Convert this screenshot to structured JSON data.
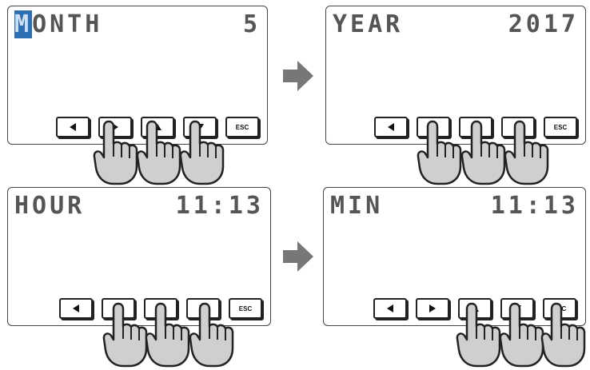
{
  "panels": [
    {
      "id": "month",
      "label_first_char": "M",
      "label_rest": "ONTH",
      "value": "5",
      "pressed_keys": [
        "right",
        "up",
        "down"
      ]
    },
    {
      "id": "year",
      "label_first_char": "",
      "label_rest": "YEAR",
      "value": "2017",
      "pressed_keys": [
        "right",
        "up",
        "down"
      ]
    },
    {
      "id": "hour",
      "label_first_char": "",
      "label_rest": "HOUR",
      "value": "11:13",
      "pressed_keys": [
        "right",
        "up",
        "down"
      ]
    },
    {
      "id": "min",
      "label_first_char": "",
      "label_rest": "MIN",
      "value": "11:13",
      "pressed_keys": [
        "up",
        "down",
        "esc"
      ]
    }
  ],
  "keys": {
    "left": "left-arrow-icon",
    "right": "right-arrow-icon",
    "up": "up-arrow-icon",
    "down": "down-arrow-icon",
    "esc_label": "ESC"
  },
  "colors": {
    "cursor": "#2d6fb3",
    "arrow": "#777777",
    "hand_fill": "#cfcfcf",
    "hand_stroke": "#222222"
  }
}
